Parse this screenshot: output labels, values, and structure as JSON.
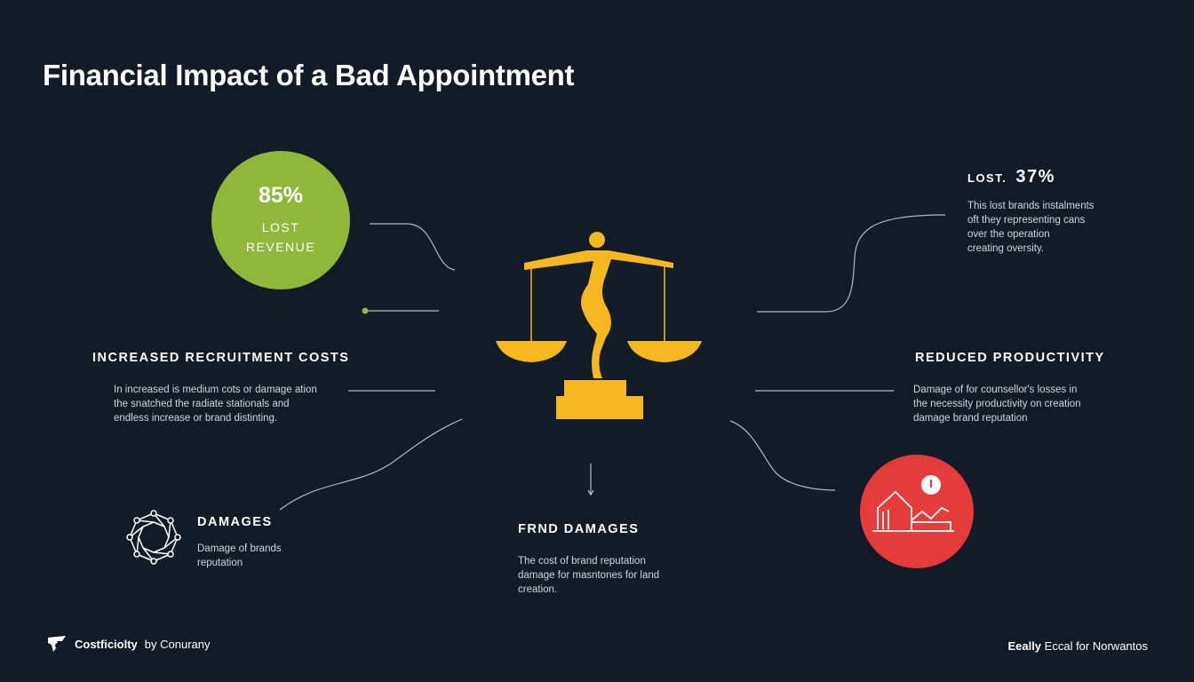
{
  "title": "Financial Impact of a Bad Appointment",
  "stat_green": {
    "value": "85%",
    "label_line1": "LOST",
    "label_line2": "REVENUE"
  },
  "lost": {
    "label": "LOST.",
    "value": "37%",
    "body": [
      "This lost brands instalments",
      "oft they representing cans",
      "over the operation",
      "creating oversity."
    ]
  },
  "increased": {
    "heading": "INCREASED RECRUITMENT COSTS",
    "body": [
      "In increased is medium cots or damage ation",
      "the snatched the radiate stationals and",
      "endless increase or brand distinting."
    ]
  },
  "reduced": {
    "heading": "REDUCED PRODUCTIVITY",
    "body": [
      "Damage of for counsellor's losses in",
      "the necessity productivity on creation",
      "damage brand reputation"
    ]
  },
  "damages": {
    "heading": "DAMAGES",
    "body": [
      "Damage of brands",
      "reputation"
    ]
  },
  "brand_damages": {
    "heading": "FRND DAMAGES",
    "body": [
      "The cost of brand reputation",
      "damage for masntones for land",
      "creation."
    ]
  },
  "footer": {
    "left_brand": "Costficiolty",
    "left_suffix": "by Conurany",
    "right_bold": "Eeally",
    "right_rest": "Eccal for Norwantos"
  },
  "colors": {
    "green": "#8fb83a",
    "red": "#e63b3b",
    "gold": "#f5b820",
    "background": "#121b26"
  },
  "icons": [
    "scales-of-justice-icon",
    "network-ring-icon",
    "declining-house-chart-icon",
    "location-pin-icon",
    "company-logo-icon"
  ]
}
